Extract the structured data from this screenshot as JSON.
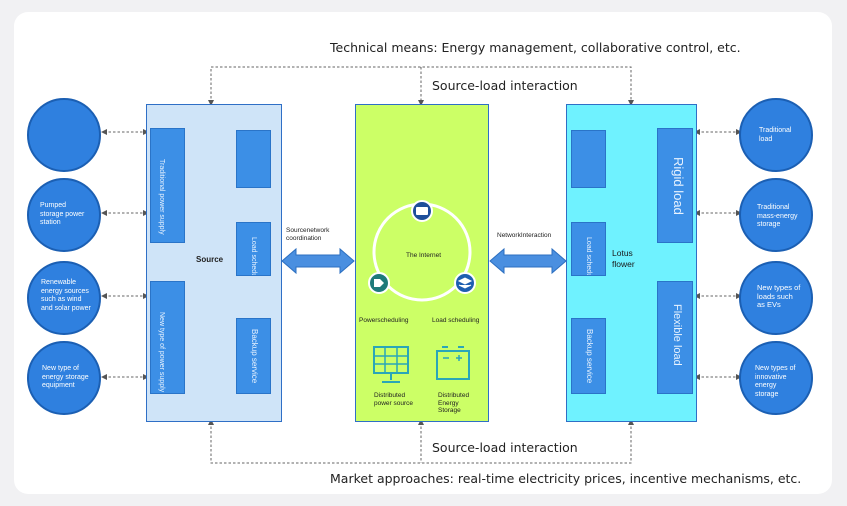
{
  "top": {
    "technical_means": "Technical means: Energy management, collaborative control, etc.",
    "interaction_top": "Source-load interaction"
  },
  "bottom": {
    "interaction_bottom": "Source-load interaction",
    "market": "Market approaches: real-time electricity prices, incentive mechanisms, etc."
  },
  "left_circles": [
    "",
    "Pumped storage power station",
    "Renewable energy sources such as wind and solar power",
    "New type of energy storage equipment"
  ],
  "right_circles": [
    "Traditional load",
    "Traditional mass-energy storage",
    "New types of loads such as EVs",
    "New types of innovative energy storage"
  ],
  "source": {
    "label": "Source",
    "traditional_power": "Traditional power supply",
    "new_power": "New type of power supply",
    "load_scheduling": "Load scheduling",
    "backup_service": "Backup service"
  },
  "middle": {
    "internet": "The Internet",
    "power_scheduling": "Powerscheduling",
    "load_scheduling": "Load scheduling",
    "distributed_power": "Distributed power source",
    "distributed_storage": "Distributed Energy Storage"
  },
  "load": {
    "rigid_load": "Rigid load",
    "lotus_flower": "Lotus flower",
    "load_scheduling": "Load scheduling",
    "backup_service": "Backup service",
    "flexible_load": "Flexible load"
  },
  "connectors": {
    "source_network": "Sourcenetwork coordination",
    "network_interaction": "NetworkInteraction"
  },
  "colors": {
    "source_fill": "#cfe4f8",
    "network_fill": "#ccff66",
    "load_fill": "#6ff2ff",
    "block_blue": "#3c8fe6",
    "circle_blue": "#2f80df",
    "arrow_blue": "#4a8fe0"
  }
}
